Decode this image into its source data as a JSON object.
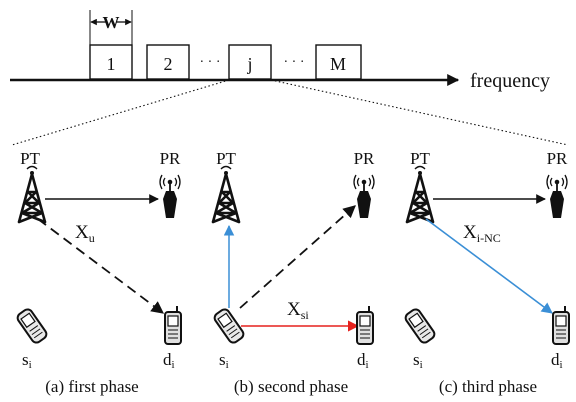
{
  "band": {
    "width_label": "W",
    "channels": [
      "1",
      "2",
      "j",
      "M"
    ],
    "ellipsis": "· · ·",
    "axis_label": "frequency"
  },
  "nodes": {
    "pt": "PT",
    "pr": "PR",
    "s_main": "s",
    "s_sub": "i",
    "d_main": "d",
    "d_sub": "i"
  },
  "links": {
    "xu_main": "X",
    "xu_sub": "u",
    "xsi_main": "X",
    "xsi_sub": "si",
    "xinc_main": "X",
    "xinc_sub": "i-NC"
  },
  "phases": [
    {
      "caption": "(a) first phase"
    },
    {
      "caption": "(b) second phase"
    },
    {
      "caption": "(c) third phase"
    }
  ],
  "colors": {
    "blue_link": "#3b8fd6",
    "red_link": "#e5211d",
    "black": "#111111"
  },
  "icons": {
    "tower": "transmission-tower-icon",
    "receiver": "antenna-receiver-icon",
    "phone": "mobile-phone-icon"
  }
}
